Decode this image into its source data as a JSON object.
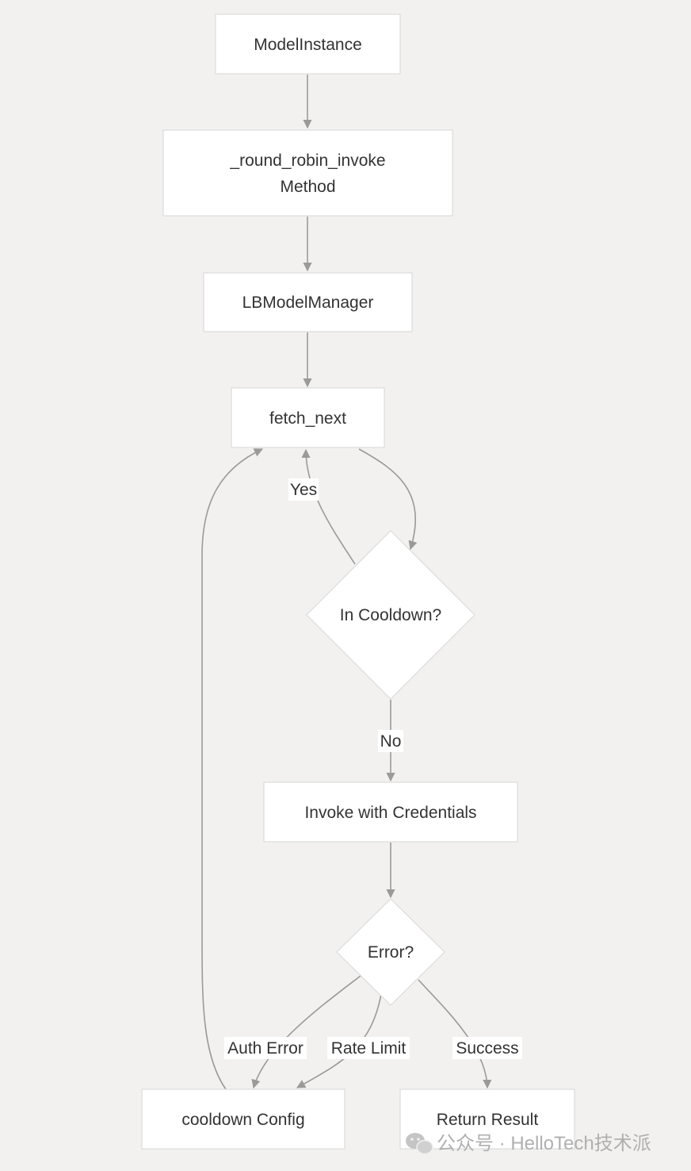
{
  "diagram": {
    "nodes": {
      "model_instance": "ModelInstance",
      "round_robin_line1": "_round_robin_invoke",
      "round_robin_line2": "Method",
      "lb_model_manager": "LBModelManager",
      "fetch_next": "fetch_next",
      "in_cooldown": "In Cooldown?",
      "invoke_credentials": "Invoke with Credentials",
      "error": "Error?",
      "cooldown_config": "cooldown Config",
      "return_result": "Return Result"
    },
    "edge_labels": {
      "yes": "Yes",
      "no": "No",
      "auth_error": "Auth Error",
      "rate_limit": "Rate Limit",
      "success": "Success"
    }
  },
  "watermark": {
    "text": "公众号 · HelloTech技术派",
    "icon": "wechat-icon"
  }
}
